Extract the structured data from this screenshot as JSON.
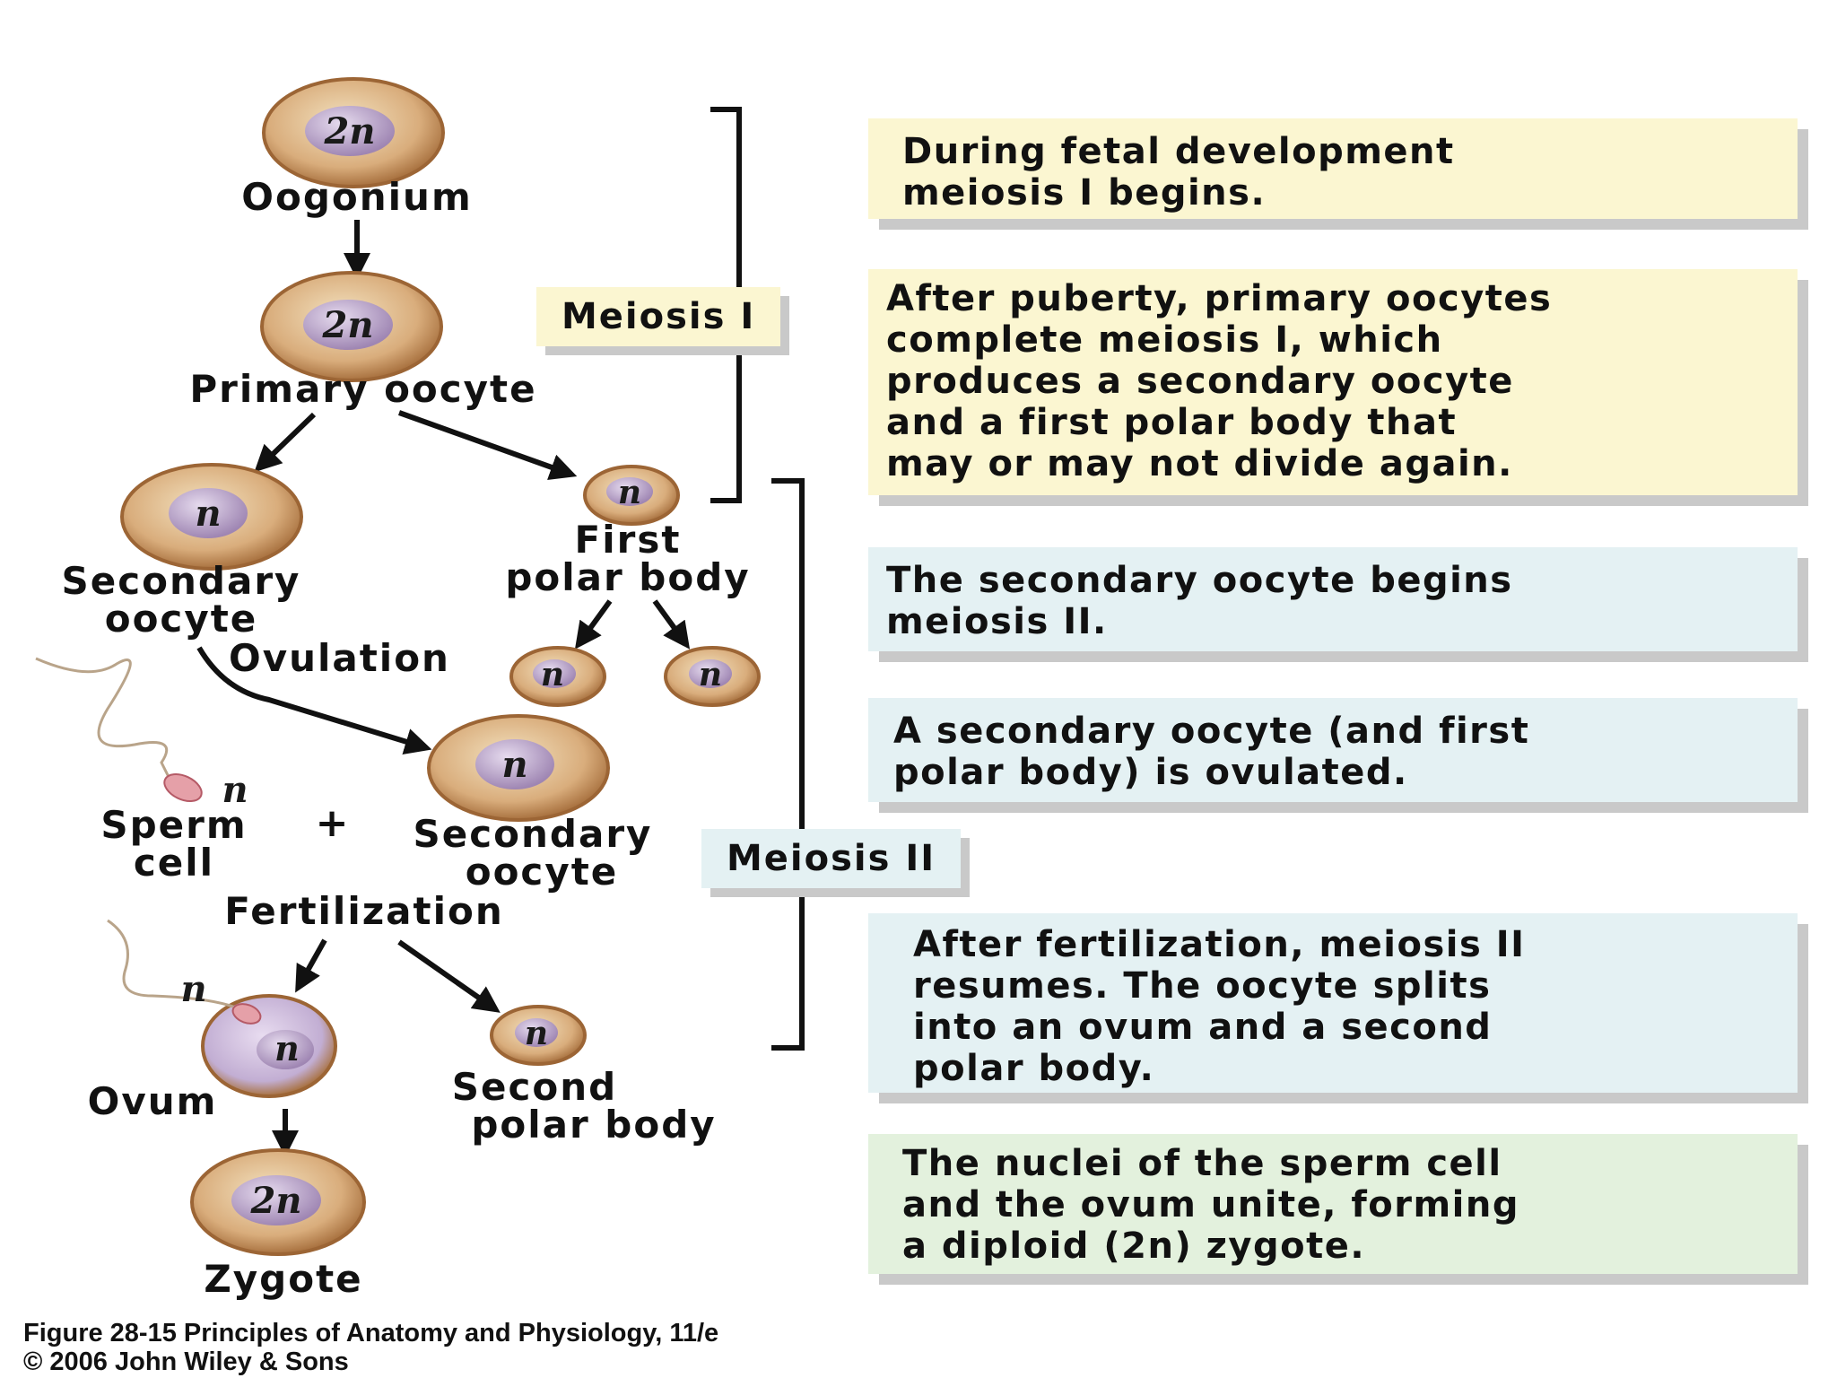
{
  "cells": {
    "oogonium": {
      "ploidy": "2n",
      "label": "Oogonium"
    },
    "primary_oocyte": {
      "ploidy": "2n",
      "label": "Primary oocyte"
    },
    "secondary_oocyte": {
      "ploidy": "n",
      "label_line1": "Secondary",
      "label_line2": "oocyte"
    },
    "first_polar_body": {
      "ploidy": "n",
      "label_line1": "First",
      "label_line2": "polar body"
    },
    "polar_body_daughter_a": {
      "ploidy": "n"
    },
    "polar_body_daughter_b": {
      "ploidy": "n"
    },
    "ovulated_secondary_oocyte": {
      "ploidy": "n"
    },
    "ovum": {
      "ploidy": "n",
      "label": "Ovum"
    },
    "second_polar_body": {
      "ploidy": "n",
      "label_line1": "Second",
      "label_line2": "polar body"
    },
    "zygote": {
      "ploidy": "2n",
      "label": "Zygote"
    }
  },
  "labels": {
    "ovulation": "Ovulation",
    "sperm_ploidy": "n",
    "sperm_line1": "Sperm",
    "sperm_line2": "cell",
    "plus": "+",
    "fertilization_secondary_line1": "Secondary",
    "fertilization_secondary_line2": "oocyte",
    "fertilization": "Fertilization",
    "entering_sperm_ploidy": "n"
  },
  "phases": {
    "meiosis1": "Meiosis I",
    "meiosis2": "Meiosis II"
  },
  "notes": [
    {
      "color": "yellow",
      "lines": [
        "During fetal development",
        "meiosis I begins."
      ]
    },
    {
      "color": "yellow",
      "lines": [
        "After puberty, primary oocytes",
        "complete meiosis I, which",
        "produces a secondary oocyte",
        "and a first polar body that",
        "may or may not divide again."
      ]
    },
    {
      "color": "blue",
      "lines": [
        "The secondary oocyte begins",
        "meiosis II."
      ]
    },
    {
      "color": "blue",
      "lines": [
        "A secondary oocyte (and first",
        "polar body) is ovulated."
      ]
    },
    {
      "color": "blue",
      "lines": [
        "After fertilization, meiosis II",
        "resumes. The oocyte splits",
        "into an ovum and a second",
        "polar body."
      ]
    },
    {
      "color": "green",
      "lines": [
        "The nuclei of the sperm cell",
        "and the ovum unite, forming",
        "a diploid (2n) zygote."
      ]
    }
  ],
  "caption": {
    "line1": "Figure 28-15  Principles of Anatomy and Physiology, 11/e",
    "line2": "© 2006 John Wiley & Sons"
  },
  "colors": {
    "cell_outer": "#c08a5a",
    "cell_inner": "#e3cfa6",
    "nucleus": "#b7a2c4",
    "note_yellow": "#fbf6d1",
    "note_blue": "#e4f1f3",
    "note_green": "#e3f1dd",
    "shadow": "#c9c9c9"
  }
}
